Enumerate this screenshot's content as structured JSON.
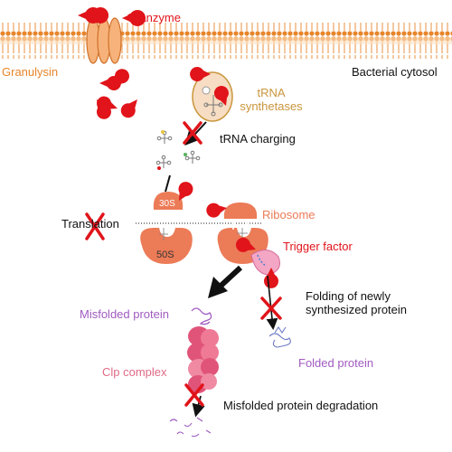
{
  "colors": {
    "membrane_orange": "#e8852a",
    "membrane_light": "#f6c48e",
    "granzyme_red": "#e0141a",
    "ribosome": "#ec7b57",
    "misfolded_purple": "#a05bc0",
    "clp_pink": "#e06a86",
    "synthetase_gold": "#c9963c",
    "text_black": "#111111"
  },
  "labels": {
    "granzyme": "Granzyme",
    "granulysin": "Granulysin",
    "bacterial_cytosol": "Bacterial cytosol",
    "trna_synthetases": "tRNA\nsynthetases",
    "trna_charging": "tRNA charging",
    "subunit_30s": "30S",
    "subunit_50s": "50S",
    "translation": "Translation",
    "ribosome": "Ribosome",
    "trigger_factor": "Trigger factor",
    "misfolded_protein": "Misfolded protein",
    "folding": "Folding of newly\nsynthesized protein",
    "folded_protein": "Folded protein",
    "clp_complex": "Clp complex",
    "degradation": "Misfolded protein degradation"
  }
}
